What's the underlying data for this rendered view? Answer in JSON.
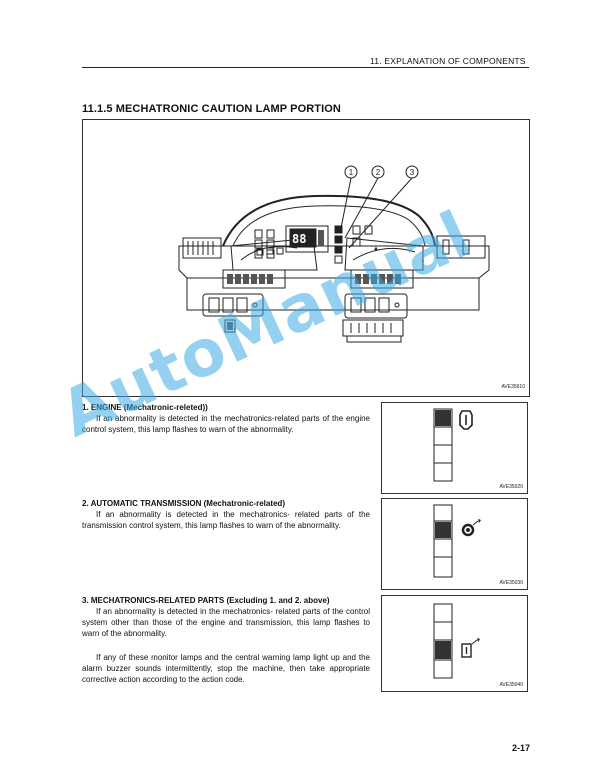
{
  "header": {
    "running_head": "11. EXPLANATION OF COMPONENTS"
  },
  "section": {
    "title": "11.1.5 MECHATRONIC CAUTION LAMP PORTION"
  },
  "main_figure": {
    "code": "AVE35610",
    "callouts": [
      "1",
      "2",
      "3"
    ],
    "display_digits": "88"
  },
  "items": [
    {
      "heading": "1. ENGINE (Mechatronic-releted))",
      "body": "If an abnormality is detected in the mechatronics-related parts of the engine control system, this lamp flashes to warn of the abnormality.",
      "figure_code": "AVE35020",
      "icon": "engine-warning-icon"
    },
    {
      "heading": "2. AUTOMATIC TRANSMISSION (Mechatronic-related)",
      "body": "If an abnormality is detected in the mechatronics- related parts of the transmission control system, this lamp flashes to warn of the abnormality.",
      "figure_code": "AVE35030",
      "icon": "transmission-gear-warning-icon"
    },
    {
      "heading": "3. MECHATRONICS-RELATED PARTS (Excluding 1. and 2. above)",
      "body": "If an abnormality is detected in the mechatronics- related parts of the control system other than those of the engine and transmission, this lamp flashes to warn of the abnormality.",
      "body2": "If any of these monitor lamps and the central warning lamp light up and the alarm buzzer sounds intermittently, stop the machine, then take appropriate corrective action according to the action code.",
      "figure_code": "AVE35040",
      "icon": "control-system-warning-icon"
    }
  ],
  "watermark": {
    "text": "AutoManual"
  },
  "footer": {
    "page_number": "2-17"
  }
}
